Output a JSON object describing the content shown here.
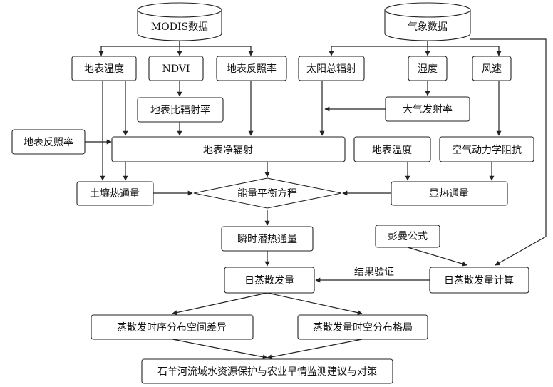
{
  "nodes": {
    "modis": "MODIS数据",
    "meteo": "气象数据",
    "lst": "地表温度",
    "ndvi": "NDVI",
    "albedo": "地表反照率",
    "solar": "太阳总辐射",
    "humidity": "湿度",
    "wind": "风速",
    "emissivity": "地表比辐射率",
    "atm_emissivity": "大气发射率",
    "albedo_left": "地表反照率",
    "net_radiation": "地表净辐射",
    "lst2": "地表温度",
    "aero_resistance": "空气动力学阻抗",
    "soil_heat": "土壤热通量",
    "energy_balance": "能量平衡方程",
    "sensible_heat": "显热通量",
    "instant_latent": "瞬时潜热通量",
    "penman": "彭曼公式",
    "daily_et": "日蒸散发量",
    "daily_et_calc": "日蒸散发量计算",
    "validation_label": "结果验证",
    "temporal_spatial_diff": "蒸散发时序分布空间差异",
    "spatiotemporal_pattern": "蒸散发量时空分布格局",
    "final": "石羊河流域水资源保护与农业旱情监测建议与对策"
  }
}
